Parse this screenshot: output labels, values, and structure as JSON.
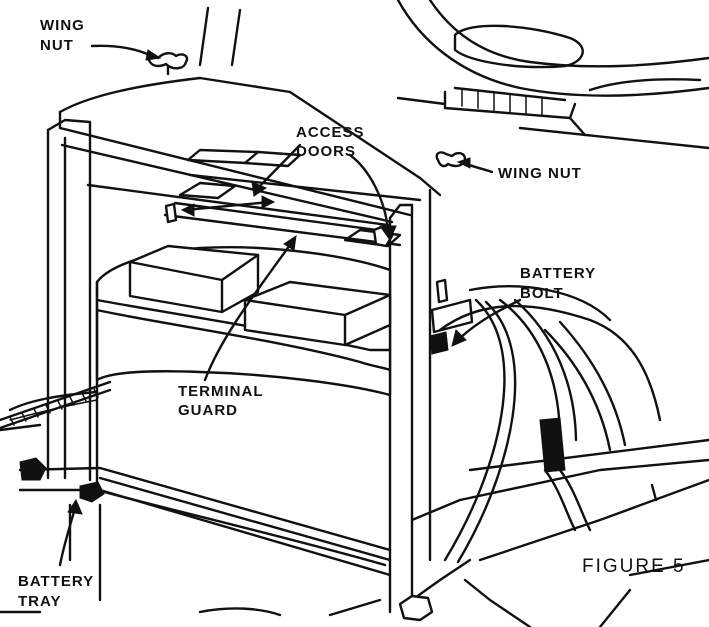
{
  "labels": {
    "wing_nut_left_line1": "WING",
    "wing_nut_left_line2": "NUT",
    "access_doors_line1": "ACCESS",
    "access_doors_line2": "DOORS",
    "wing_nut_right": "WING NUT",
    "battery_bolt_line1": "BATTERY",
    "battery_bolt_line2": "BOLT",
    "terminal_guard_line1": "TERMINAL",
    "terminal_guard_line2": "GUARD",
    "battery_tray_line1": "BATTERY",
    "battery_tray_line2": "TRAY"
  },
  "caption": "FIGURE 5"
}
